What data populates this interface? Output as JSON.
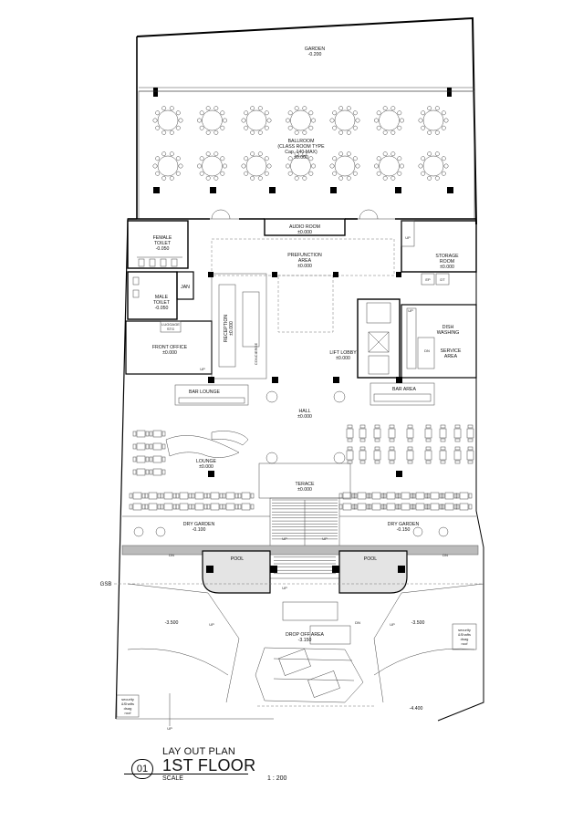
{
  "rooms": {
    "garden": {
      "name": "GARDEN",
      "level": "-0.200"
    },
    "ballroom": {
      "name": "BALLROOM",
      "sub": "(CLASS ROOM TYPE",
      "cap": "Cap. 140 MAX)",
      "level": "±0.000"
    },
    "audio": {
      "name": "AUDIO ROOM",
      "level": "±0.000"
    },
    "female": {
      "name": "FEMALE",
      "name2": "TOILET",
      "level": "-0.050"
    },
    "male": {
      "name": "MALE",
      "name2": "TOILET",
      "level": "-0.050"
    },
    "jan": {
      "name": "JAN"
    },
    "prefunction": {
      "name": "PREFUNCTION",
      "name2": "AREA",
      "level": "±0.000"
    },
    "storage": {
      "name": "STORAGE",
      "name2": "ROOM",
      "level": "±0.000"
    },
    "ep": {
      "name": "EP"
    },
    "dt": {
      "name": "DT"
    },
    "luggage": {
      "name": "LUGGAGE",
      "name2": "STG"
    },
    "front_office": {
      "name": "FRONT OFFICE",
      "level": "±0.000"
    },
    "reception": {
      "name": "RECEPTION",
      "level": "±0.000"
    },
    "concierge": {
      "name": "CONCIERGE"
    },
    "lift_lobby": {
      "name": "LIFT LOBBY",
      "level": "±0.000"
    },
    "dish": {
      "name": "DISH",
      "name2": "WASHING"
    },
    "service": {
      "name": "SERVICE",
      "name2": "AREA"
    },
    "bar_lounge": {
      "name": "BAR LOUNGE"
    },
    "bar_area": {
      "name": "BAR AREA"
    },
    "hall": {
      "name": "HALL",
      "level": "±0.000"
    },
    "lounge": {
      "name": "LOUNGE",
      "level": "±0.000"
    },
    "terace": {
      "name": "TERACE",
      "level": "±0.000"
    },
    "dry_garden_l": {
      "name": "DRY GARDEN",
      "level": "-0.100"
    },
    "dry_garden_r": {
      "name": "DRY GARDEN",
      "level": "-0.150"
    },
    "pool_l": {
      "name": "POOL"
    },
    "pool_r": {
      "name": "POOL"
    },
    "drop_off": {
      "name": "DROP OFF AREA",
      "level": "-3.150"
    },
    "sec_left": {
      "name": "security",
      "name2": "&Shafts",
      "name3": "dsag",
      "name4": "roof"
    },
    "sec_right": {
      "name": "security",
      "name2": "&Shafts",
      "name3": "dsag",
      "name4": "roof"
    }
  },
  "marks": {
    "up": "UP",
    "dn": "DN",
    "gsb": "GSB",
    "level_l": "-3.500",
    "level_r": "-3.500",
    "level_bottom": "-4.400"
  },
  "title": {
    "number": "01",
    "line1": "LAY OUT PLAN",
    "line2": "1ST FLOOR",
    "scale_label": "SCALE",
    "scale": "1 : 200"
  },
  "tables": {
    "ballroom_rows": 2,
    "ballroom_cols": 7
  }
}
